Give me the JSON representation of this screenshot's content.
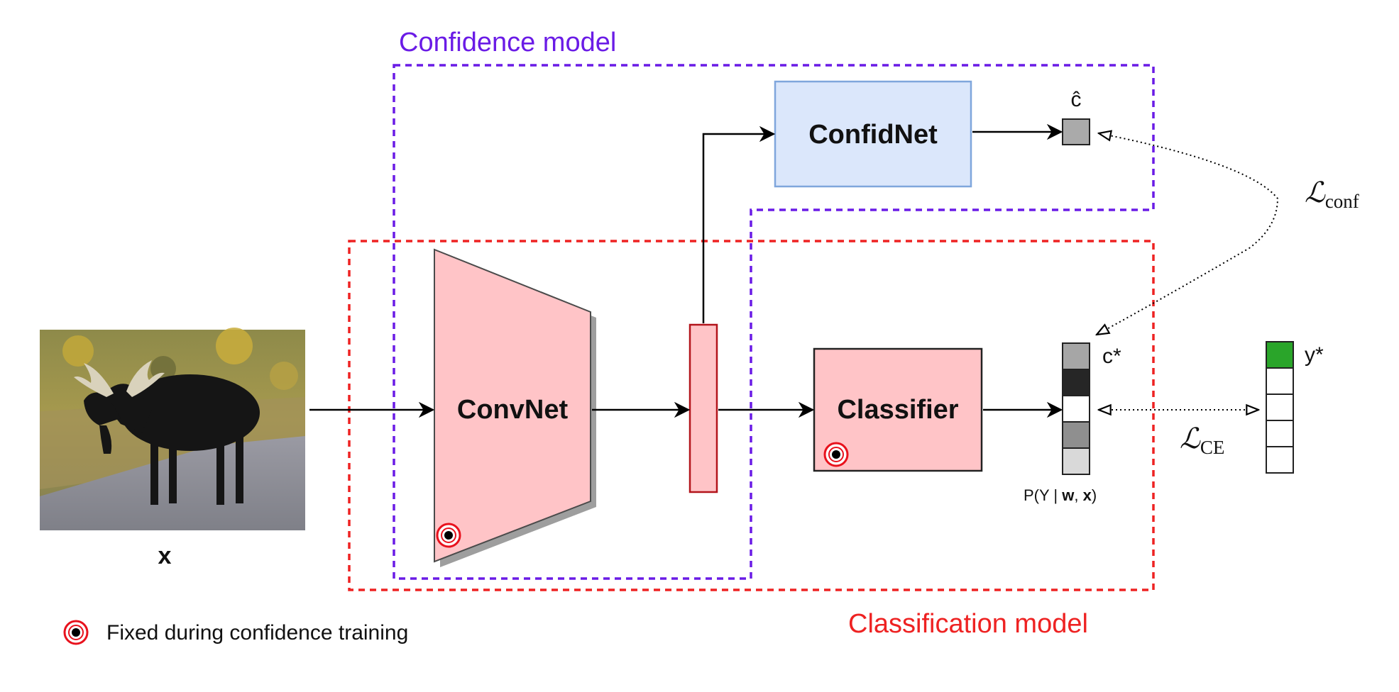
{
  "regions": {
    "confidence_model": {
      "label": "Confidence model",
      "color": "#6a1be6"
    },
    "classification_model": {
      "label": "Classification model",
      "color": "#ee2222"
    }
  },
  "nodes": {
    "input_image": {
      "label": "x"
    },
    "convnet": {
      "label": "ConvNet",
      "fixed": true
    },
    "confidnet": {
      "label": "ConfidNet"
    },
    "classifier": {
      "label": "Classifier",
      "fixed": true
    }
  },
  "outputs": {
    "c_hat": {
      "label": "ĉ"
    },
    "c_star": {
      "label": "c*"
    },
    "y_star": {
      "label": "y*"
    },
    "prob_caption": {
      "prefix": "P(Y | ",
      "w": "w",
      "sep": ", ",
      "x": "x",
      "suffix": ")"
    }
  },
  "losses": {
    "conf": {
      "symbol": "ℒ",
      "subscript": "conf"
    },
    "ce": {
      "symbol": "ℒ",
      "subscript": "CE"
    }
  },
  "prob_vector_shades": [
    "#a6a6a6",
    "#262626",
    "#ffffff",
    "#8f8f8f",
    "#d9d9d9"
  ],
  "onehot_vector_fills": [
    "#2aa52a",
    "#ffffff",
    "#ffffff",
    "#ffffff",
    "#ffffff"
  ],
  "legend": {
    "label": "Fixed during confidence training"
  },
  "colors": {
    "pink_fill": "#ffc4c7",
    "blue_fill": "#dbe7fb",
    "blue_stroke": "#7fa6dc",
    "dark_red": "#b3141b",
    "fixed_ring": "#e8121d"
  }
}
